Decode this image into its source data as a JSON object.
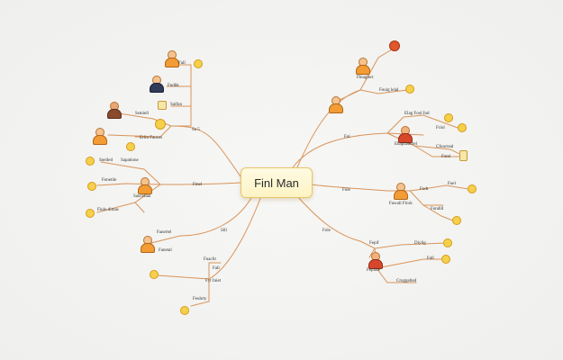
{
  "central_topic": "Finl Man",
  "branch_labels": {
    "top_left": "Sa 5",
    "mid_left": "Fmel",
    "bottom_left_a": "Slll",
    "bottom_left_b": "Fall",
    "top_right": "Fol",
    "mid_right": "Fole",
    "bottom_right": "Fole"
  },
  "top_left_leaves": {
    "a": "Fall",
    "b": "Fudbk",
    "c": "Saifun",
    "d": "Ssmiell",
    "e": "Eriiu Fauces"
  },
  "mid_left_leaves": {
    "a": "Sneiled",
    "b": "Sapatione",
    "c": "Fonetile",
    "d": "Saucelian",
    "e": "Fiulo dimas"
  },
  "bottom_left_leaves": {
    "a": "Fanertel",
    "b": "Fanetal",
    "c": "Fyt Iniet",
    "d": "Feuhrty",
    "e": "Fuaclit"
  },
  "top_right_leaves": {
    "a": "Fbiaglect",
    "b": "Fouig lelal",
    "c": "Elag Fool Ind",
    "d": "Friol",
    "e": "Ehapfaselrel",
    "f": "Cfoucteal",
    "g": "Fotel"
  },
  "mid_right_leaves": {
    "a": "Fodt",
    "b": "Fuel",
    "c": "Fawall Flcsk",
    "d": "Fundill"
  },
  "bottom_right_leaves": {
    "a": "Fepif",
    "b": "Fepfale",
    "c": "Diylig",
    "d": "Fall",
    "e": "Cruggelted"
  },
  "colors": {
    "connector": "#d9945a",
    "center_fill": "#fdf3c4",
    "center_border": "#e8c46a"
  }
}
